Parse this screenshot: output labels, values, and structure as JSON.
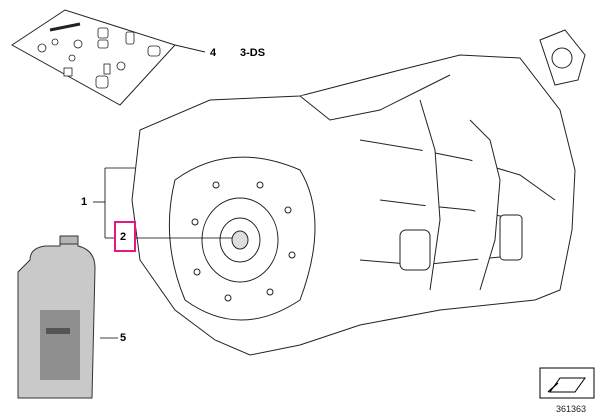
{
  "callouts": [
    {
      "id": "1",
      "label": "1"
    },
    {
      "id": "2",
      "label": "2"
    },
    {
      "id": "4",
      "label": "4"
    },
    {
      "id": "5",
      "label": "5"
    }
  ],
  "code_label": "3-DS",
  "reference_number": "361363",
  "colors": {
    "highlight": "#e8177f",
    "line": "#222222",
    "bottle": "#c9c9c9"
  },
  "icons": [
    "arrow-icon"
  ]
}
